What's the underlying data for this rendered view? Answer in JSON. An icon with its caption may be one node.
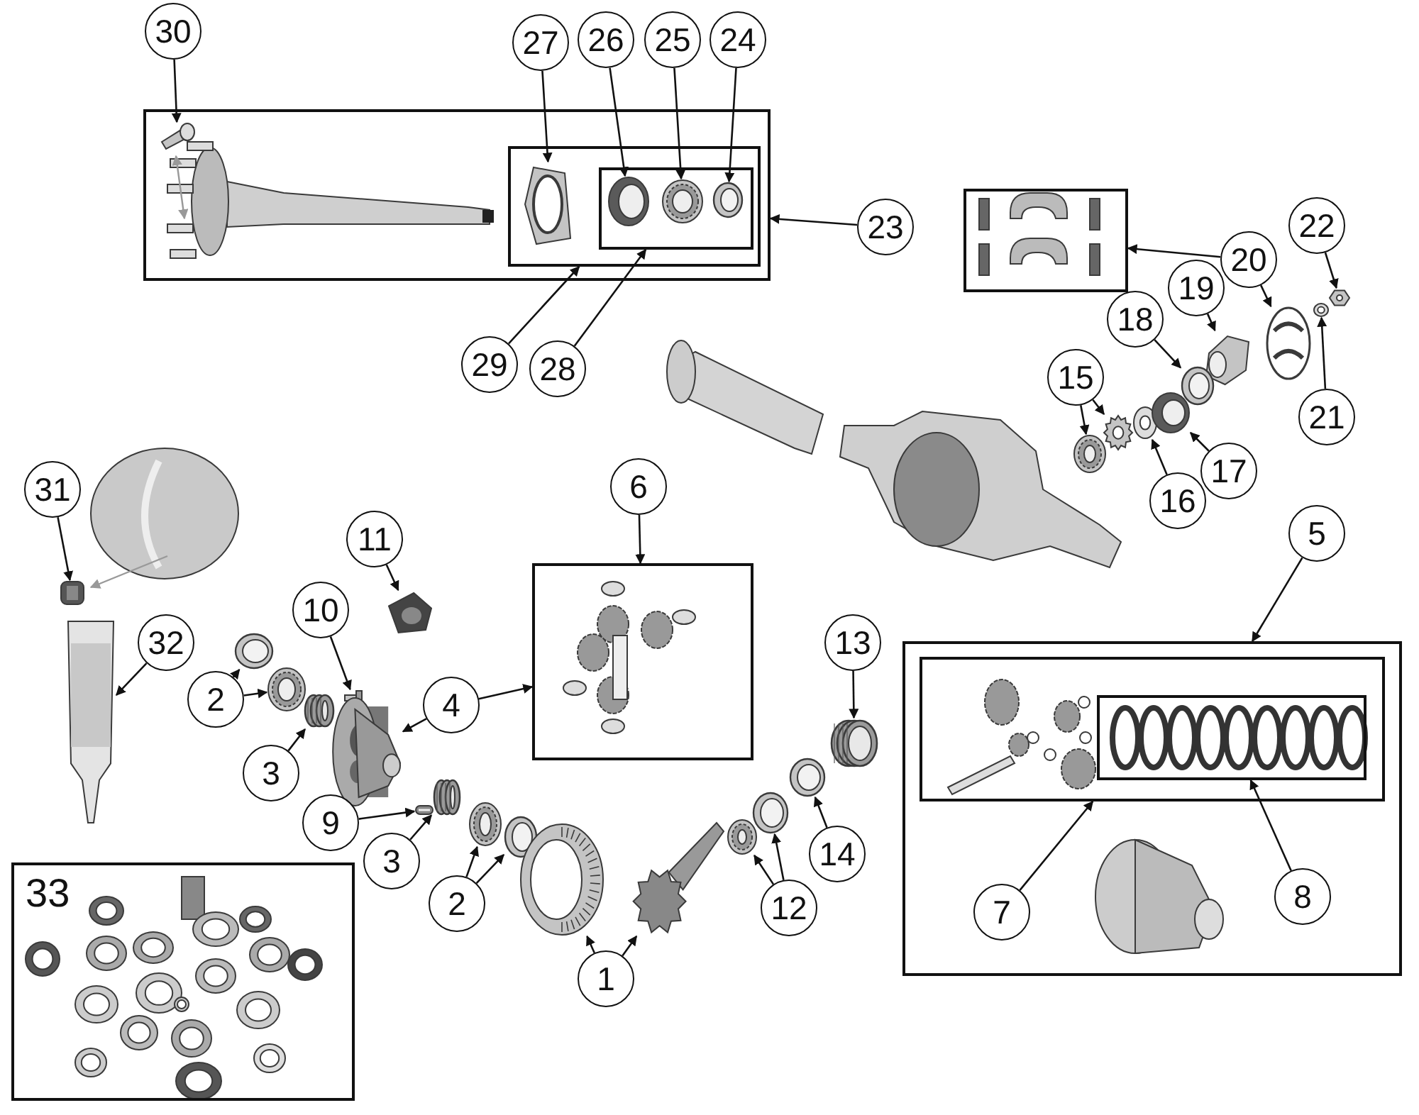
{
  "diagram": {
    "nodes": [
      {
        "text": [
          "30"
        ]
      },
      {
        "text": [],
        "shape": "box"
      },
      {
        "text": [],
        "shape": "picture",
        "in": 1
      },
      {
        "text": [],
        "shape": "box",
        "in": 1
      },
      {
        "text": [],
        "shape": "picture",
        "in": 3
      },
      {
        "text": [],
        "shape": "box",
        "in": 3
      },
      {
        "text": [],
        "shape": "picture",
        "in": 5
      },
      {
        "text": [],
        "shape": "picture",
        "in": 5
      },
      {
        "text": [],
        "shape": "picture",
        "in": 5
      },
      {
        "text": [
          "27"
        ]
      },
      {
        "text": [
          "26"
        ]
      },
      {
        "text": [
          "25"
        ]
      },
      {
        "text": [
          "24"
        ]
      },
      {
        "text": [
          "23"
        ]
      },
      {
        "text": [],
        "shape": "box"
      },
      {
        "text": [
          "22"
        ]
      },
      {
        "text": [
          "20"
        ]
      },
      {
        "text": [
          "19"
        ]
      },
      {
        "text": [
          "29"
        ]
      },
      {
        "text": [
          "28"
        ]
      },
      {
        "text": [
          "18"
        ]
      },
      {
        "text": [],
        "shape": "picture"
      },
      {
        "text": [],
        "shape": "picture"
      },
      {
        "text": [],
        "shape": "picture"
      },
      {
        "text": [],
        "shape": "picture"
      },
      {
        "text": [],
        "shape": "picture"
      },
      {
        "text": [
          "15"
        ]
      },
      {
        "text": [
          "21"
        ]
      },
      {
        "text": [],
        "shape": "picture"
      },
      {
        "text": [],
        "shape": "picture"
      },
      {
        "text": [],
        "shape": "picture"
      },
      {
        "text": [],
        "shape": "picture"
      },
      {
        "text": [
          "17"
        ]
      },
      {
        "text": [
          "6"
        ]
      },
      {
        "text": [
          "16"
        ]
      },
      {
        "text": [
          "31"
        ]
      },
      {
        "text": [
          "5"
        ]
      },
      {
        "text": [
          "11"
        ]
      },
      {
        "text": [],
        "shape": "box"
      },
      {
        "text": [
          "10"
        ]
      },
      {
        "text": [
          "32"
        ]
      },
      {
        "text": [],
        "shape": "picture"
      },
      {
        "text": [],
        "shape": "picture"
      },
      {
        "text": [],
        "shape": "picture"
      },
      {
        "text": [],
        "shape": "picture"
      },
      {
        "text": [
          "4"
        ]
      },
      {
        "text": [],
        "shape": "picture"
      },
      {
        "text": [],
        "shape": "picture"
      },
      {
        "text": [],
        "shape": "picture"
      },
      {
        "text": [],
        "shape": "picture"
      },
      {
        "text": [
          "2"
        ]
      },
      {
        "text": [
          "3"
        ]
      },
      {
        "text": [
          "13"
        ]
      },
      {
        "text": [],
        "shape": "picture"
      },
      {
        "text": [],
        "shape": "box"
      },
      {
        "text": [],
        "shape": "box",
        "in": 54
      },
      {
        "text": [],
        "shape": "box",
        "in": 55
      },
      {
        "text": [
          "9"
        ]
      },
      {
        "text": [],
        "shape": "picture"
      },
      {
        "text": [
          "3"
        ]
      },
      {
        "text": [],
        "shape": "picture"
      },
      {
        "text": [],
        "shape": "picture"
      },
      {
        "text": [],
        "shape": "picture"
      },
      {
        "text": [
          "2"
        ]
      },
      {
        "text": [],
        "shape": "picture"
      },
      {
        "text": [],
        "shape": "picture"
      },
      {
        "text": [],
        "shape": "picture"
      },
      {
        "text": [],
        "shape": "picture"
      },
      {
        "text": [
          "14"
        ]
      },
      {
        "text": [],
        "shape": "picture"
      },
      {
        "text": [
          "12"
        ]
      },
      {
        "text": [
          "1"
        ]
      },
      {
        "text": [
          "7"
        ],
        "in": 54
      },
      {
        "text": [
          "8"
        ],
        "in": 54
      },
      {
        "text": [
          "33"
        ]
      }
    ],
    "edges": [
      {
        "from": 0,
        "to": 2,
        "arrow": "to"
      },
      {
        "from": 9,
        "to": 4,
        "arrow": "to"
      },
      {
        "from": 10,
        "to": 6,
        "arrow": "to"
      },
      {
        "from": 11,
        "to": 7,
        "arrow": "to"
      },
      {
        "from": 12,
        "to": 8,
        "arrow": "to"
      },
      {
        "from": 13,
        "to": 1,
        "arrow": "to"
      },
      {
        "from": 18,
        "to": 3,
        "arrow": "to"
      },
      {
        "from": 19,
        "to": 5,
        "arrow": "to"
      },
      {
        "from": 16,
        "to": 14,
        "arrow": "to"
      },
      {
        "from": 16,
        "to": 21,
        "arrow": "to"
      },
      {
        "from": 15,
        "to": 22,
        "arrow": "to"
      },
      {
        "from": 27,
        "to": 23,
        "arrow": "to"
      },
      {
        "from": 17,
        "to": 24,
        "arrow": "to"
      },
      {
        "from": 20,
        "to": 25,
        "arrow": "to"
      },
      {
        "from": 26,
        "to": 28,
        "arrow": "to"
      },
      {
        "from": 26,
        "to": 29,
        "arrow": "to"
      },
      {
        "from": 34,
        "to": 30,
        "arrow": "to"
      },
      {
        "from": 32,
        "to": 31,
        "arrow": "to"
      },
      {
        "from": 36,
        "to": 54,
        "arrow": "to"
      },
      {
        "from": 72,
        "to": 55,
        "arrow": "to"
      },
      {
        "from": 73,
        "to": 56,
        "arrow": "to"
      },
      {
        "from": 33,
        "to": 38,
        "arrow": "to"
      },
      {
        "from": 45,
        "to": 38,
        "arrow": "to"
      },
      {
        "from": 45,
        "to": 49,
        "arrow": "to"
      },
      {
        "from": 37,
        "to": 42,
        "arrow": "to"
      },
      {
        "from": 39,
        "to": 43,
        "arrow": "to"
      },
      {
        "from": 35,
        "to": 41,
        "arrow": "to"
      },
      {
        "from": 40,
        "to": 44,
        "arrow": "to"
      },
      {
        "from": 50,
        "to": 46,
        "arrow": "to"
      },
      {
        "from": 50,
        "to": 47,
        "arrow": "to"
      },
      {
        "from": 51,
        "to": 48,
        "arrow": "to"
      },
      {
        "from": 57,
        "to": 58,
        "arrow": "to"
      },
      {
        "from": 59,
        "to": 60,
        "arrow": "to"
      },
      {
        "from": 63,
        "to": 61,
        "arrow": "to"
      },
      {
        "from": 63,
        "to": 62,
        "arrow": "to"
      },
      {
        "from": 71,
        "to": 64,
        "arrow": "to"
      },
      {
        "from": 71,
        "to": 65,
        "arrow": "to"
      },
      {
        "from": 70,
        "to": 66,
        "arrow": "to"
      },
      {
        "from": 70,
        "to": 67,
        "arrow": "to"
      },
      {
        "from": 68,
        "to": 69,
        "arrow": "to"
      },
      {
        "from": 52,
        "to": 53,
        "arrow": "to"
      }
    ]
  }
}
